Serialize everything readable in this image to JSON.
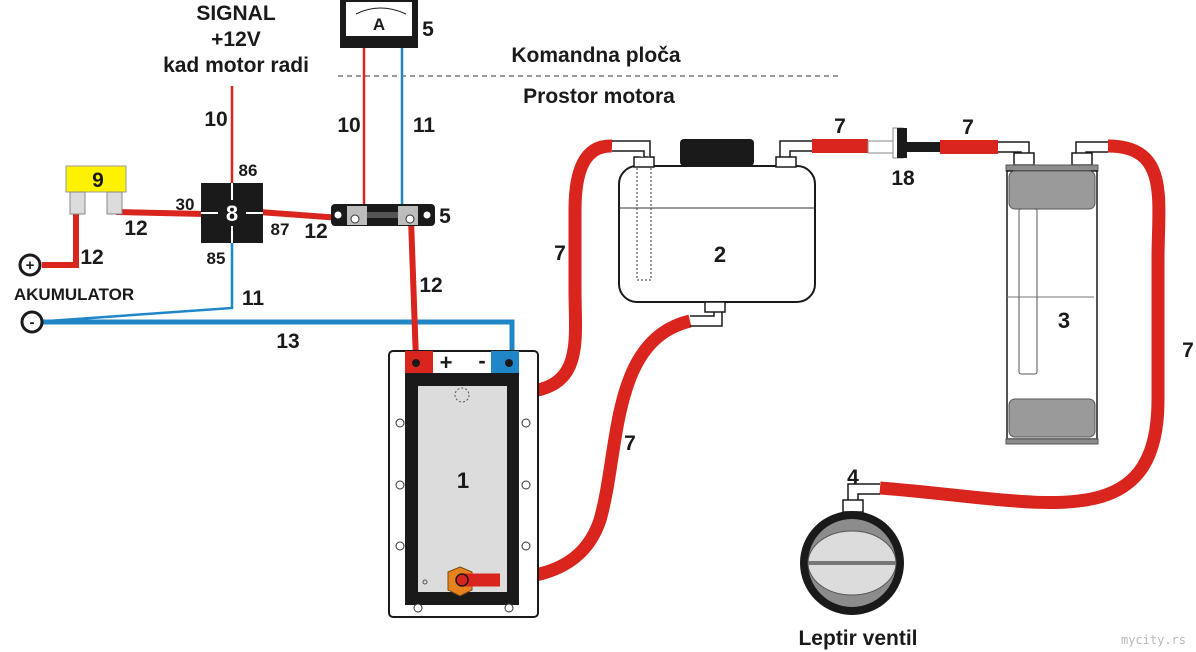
{
  "labels": {
    "signal_line1": "SIGNAL",
    "signal_line2": "+12V",
    "signal_line3": "kad motor radi",
    "dashboard": "Komandna ploča",
    "engine_bay": "Prostor motora",
    "battery_terminal_plus": "AKUMULATOR",
    "butterfly_valve": "Leptir ventil",
    "watermark": "mycity.rs"
  },
  "components": {
    "ammeter": {
      "id": "5",
      "glyph": "A"
    },
    "shunt": {
      "id": "5"
    },
    "relay": {
      "id": "8",
      "pins": {
        "p30": "30",
        "p85": "85",
        "p86": "86",
        "p87": "87"
      }
    },
    "fuse": {
      "id": "9"
    },
    "cell": {
      "id": "1",
      "plus": "+",
      "minus": "-"
    },
    "tank": {
      "id": "2"
    },
    "bubbler": {
      "id": "3"
    },
    "valve": {
      "id": "4"
    },
    "check_valve": {
      "id": "18"
    }
  },
  "wires": {
    "w10_signal": "10",
    "w10_ammeter": "10",
    "w11_ammeter": "11",
    "w11_ground": "11",
    "w12_fuse_relay": "12",
    "w12_batt_fuse": "12",
    "w12_relay_shunt": "12",
    "w12_shunt_cell": "12",
    "w13_ground": "13"
  },
  "hoses": {
    "h7_cell_tank": "7",
    "h7_tank_bottom": "7",
    "h7_tank_check": "7",
    "h7_check_bubbler": "7",
    "h7_bubbler_valve": "7"
  },
  "terminal_symbols": {
    "plus": "+",
    "minus": "-"
  },
  "colors": {
    "wire_positive": "#d9251d",
    "wire_negative": "#1f86c8",
    "fuse": "#fff200",
    "nut": "#e8821e",
    "panel_gray": "#dcdcdc",
    "dark_gray": "#8c8c8c"
  }
}
